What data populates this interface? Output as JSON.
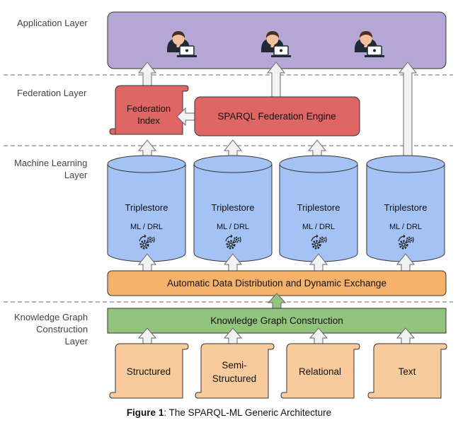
{
  "layers": {
    "application": "Application Layer",
    "federation": "Federation Layer",
    "ml": "Machine Learning\nLayer",
    "kg": "Knowledge Graph\nConstruction\nLayer"
  },
  "federation": {
    "index_line1": "Federation",
    "index_line2": "Index",
    "engine": "SPARQL Federation Engine"
  },
  "triplestores": [
    {
      "name": "Triplestore",
      "sub": "ML / DRL"
    },
    {
      "name": "Triplestore",
      "sub": "ML / DRL"
    },
    {
      "name": "Triplestore",
      "sub": "ML / DRL"
    },
    {
      "name": "Triplestore",
      "sub": "ML / DRL"
    }
  ],
  "exchange": "Automatic Data Distribution and Dynamic Exchange",
  "kg_construction": "Knowledge Graph Construction",
  "sources": [
    {
      "line1": "Structured",
      "line2": ""
    },
    {
      "line1": "Semi-",
      "line2": "Structured"
    },
    {
      "line1": "Relational",
      "line2": ""
    },
    {
      "line1": "Text",
      "line2": ""
    }
  ],
  "caption": {
    "label": "Figure 1",
    "text": ": The SPARQL-ML Generic Architecture"
  },
  "colors": {
    "application": "#b4a7d6",
    "federation": "#e06666",
    "triplestore": "#a4c2f4",
    "exchange": "#f6b26b",
    "kg": "#93c47d",
    "source": "#f9cb9c"
  },
  "icons": [
    "user-at-laptop-icon",
    "gears-icon",
    "double-arrow-icon",
    "scroll-icon"
  ]
}
